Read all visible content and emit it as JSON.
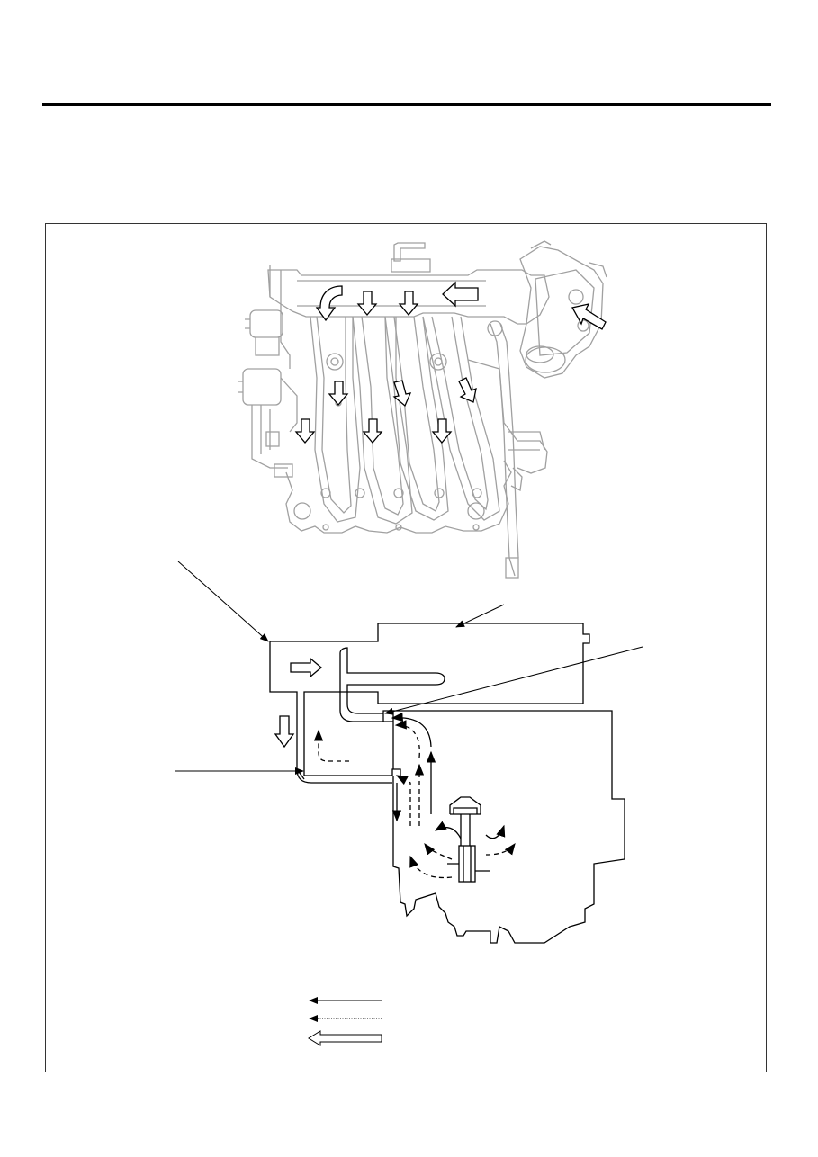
{
  "page": {
    "background": "#ffffff",
    "rule_color": "#000000"
  },
  "figure": {
    "type": "engine intake manifold & PCV flow diagram",
    "upper_illustration": "intake-manifold",
    "lower_illustration": "pcv-section",
    "ink_color": "#000000",
    "faint_color": "#9a9a9a"
  },
  "legend": {
    "items": [
      {
        "icon": "solid-arrow-icon",
        "text": ""
      },
      {
        "icon": "dashed-arrow-icon",
        "text": ""
      },
      {
        "icon": "hollow-arrow-icon",
        "text": ""
      }
    ]
  }
}
